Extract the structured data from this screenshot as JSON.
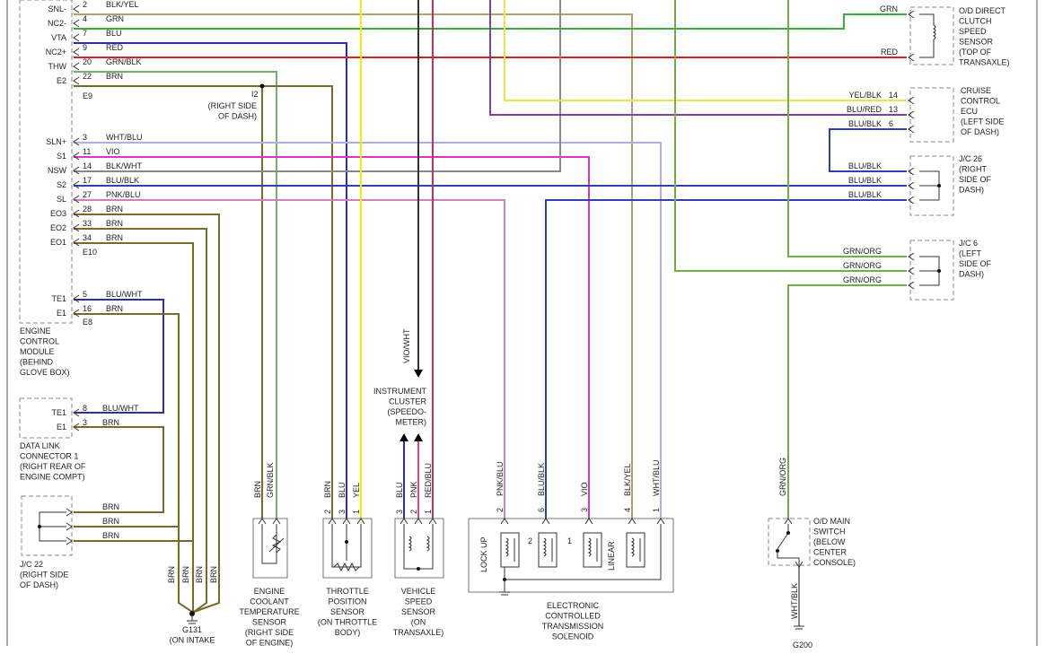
{
  "colors": {
    "brn": "#7a6a2a",
    "grn": "#3caa3c",
    "blu": "#2a2acc",
    "red": "#e02020",
    "yel": "#f0f000",
    "vio": "#e030d0",
    "blk_yel": "#b0a070",
    "pnk_blu": "#d080c0",
    "blu_blk": "#3040b0",
    "wht_blu": "#b0b0e0",
    "grn_org": "#70b040",
    "grn_blk": "#70b070",
    "blk_wht": "#888888",
    "blu_red": "#8040a0",
    "blu_wht": "#3030a0",
    "vio_wht": "#333333",
    "pnk": "#e04080",
    "red_blu": "#c03060",
    "yel_blk": "#e8e840"
  },
  "ecm": {
    "pins": [
      {
        "name": "SNL-",
        "num": "2",
        "wire": "BLK/YEL"
      },
      {
        "name": "NC2-",
        "num": "4",
        "wire": "GRN"
      },
      {
        "name": "VTA",
        "num": "7",
        "wire": "BLU"
      },
      {
        "name": "NC2+",
        "num": "9",
        "wire": "RED"
      },
      {
        "name": "THW",
        "num": "20",
        "wire": "GRN/BLK"
      },
      {
        "name": "E2",
        "num": "22",
        "wire": "BRN"
      },
      {
        "name": "SLN+",
        "num": "3",
        "wire": "WHT/BLU"
      },
      {
        "name": "S1",
        "num": "11",
        "wire": "VIO"
      },
      {
        "name": "NSW",
        "num": "14",
        "wire": "BLK/WHT"
      },
      {
        "name": "S2",
        "num": "17",
        "wire": "BLU/BLK"
      },
      {
        "name": "SL",
        "num": "27",
        "wire": "PNK/BLU"
      },
      {
        "name": "EO3",
        "num": "28",
        "wire": "BRN"
      },
      {
        "name": "EO2",
        "num": "33",
        "wire": "BRN"
      },
      {
        "name": "EO1",
        "num": "34",
        "wire": "BRN"
      },
      {
        "name": "TE1",
        "num": "5",
        "wire": "BLU/WHT"
      },
      {
        "name": "E1",
        "num": "16",
        "wire": "BRN"
      }
    ],
    "conn_e9": "E9",
    "conn_e10": "E10",
    "conn_e8": "E8",
    "label": [
      "ENGINE",
      "CONTROL",
      "MODULE",
      "(BEHIND",
      "GLOVE BOX)"
    ]
  },
  "i2": {
    "name": "I2",
    "label": [
      "(RIGHT SIDE",
      "OF DASH)"
    ]
  },
  "dlc": {
    "pins": [
      {
        "name": "TE1",
        "num": "8",
        "wire": "BLU/WHT"
      },
      {
        "name": "E1",
        "num": "3",
        "wire": "BRN"
      }
    ],
    "label": [
      "DATA LINK",
      "CONNECTOR 1",
      "(RIGHT REAR OF",
      "ENGINE COMPT)"
    ]
  },
  "jc22": {
    "wires": [
      "BRN",
      "BRN",
      "BRN"
    ],
    "label": [
      "J/C 22",
      "(RIGHT SIDE",
      "OF DASH)"
    ]
  },
  "od_direct": {
    "wires": [
      "GRN",
      "RED"
    ],
    "label": [
      "O/D DIRECT",
      "CLUTCH",
      "SPEED",
      "SENSOR",
      "(TOP OF",
      "TRANSAXLE)"
    ]
  },
  "cruise": {
    "wires": [
      {
        "wire": "YEL/BLK",
        "num": "14"
      },
      {
        "wire": "BLU/RED",
        "num": "13"
      },
      {
        "wire": "BLU/BLK",
        "num": "6"
      }
    ],
    "label": [
      "CRUISE",
      "CONTROL",
      "ECU",
      "(LEFT SIDE",
      "OF DASH)"
    ]
  },
  "jc26": {
    "wires": [
      "BLU/BLK",
      "BLU/BLK",
      "BLU/BLK"
    ],
    "label": [
      "J/C 26",
      "(RIGHT",
      "SIDE OF",
      "DASH)"
    ]
  },
  "jc6": {
    "wires": [
      "GRN/ORG",
      "GRN/ORG",
      "GRN/ORG"
    ],
    "label": [
      "J/C 6",
      "(LEFT",
      "SIDE OF",
      "DASH)"
    ]
  },
  "coolant": {
    "wires": [
      "BRN",
      "GRN/BLK"
    ],
    "label": [
      "ENGINE",
      "COOLANT",
      "TEMPERATURE",
      "SENSOR",
      "(RIGHT SIDE",
      "OF ENGINE)"
    ]
  },
  "tps": {
    "wires": [
      {
        "wire": "BRN",
        "num": "2"
      },
      {
        "wire": "BLU",
        "num": "3"
      },
      {
        "wire": "YEL",
        "num": "1"
      }
    ],
    "label": [
      "THROTTLE",
      "POSITION",
      "SENSOR",
      "(ON THROTTLE",
      "BODY)"
    ]
  },
  "vss": {
    "wires": [
      {
        "wire": "BLU",
        "num": "3"
      },
      {
        "wire": "PNK",
        "num": "2"
      },
      {
        "wire": "RED/BLU",
        "num": "1"
      }
    ],
    "label": [
      "VEHICLE",
      "SPEED",
      "SENSOR",
      "(ON",
      "TRANSAXLE)"
    ]
  },
  "cluster": {
    "wire": "VIO/WHT",
    "label": [
      "INSTRUMENT",
      "CLUSTER",
      "(SPEEDO-",
      "METER)"
    ]
  },
  "ects": {
    "wires": [
      {
        "wire": "PNK/BLU",
        "num": "2"
      },
      {
        "wire": "BLU/BLK",
        "num": "6"
      },
      {
        "wire": "VIO",
        "num": "3"
      },
      {
        "wire": "BLK/YEL",
        "num": "4"
      },
      {
        "wire": "WHT/BLU",
        "num": "1"
      }
    ],
    "inner": [
      "LOCK UP",
      "2",
      "1",
      "LINEAR"
    ],
    "label": [
      "ELECTRONIC",
      "CONTROLLED",
      "TRANSMISSION",
      "SOLENOID"
    ]
  },
  "od_switch": {
    "wires": [
      "GRN/ORG",
      "WHT/BLK"
    ],
    "label": [
      "O/D MAIN",
      "SWITCH",
      "(BELOW",
      "CENTER",
      "CONSOLE)"
    ]
  },
  "g131": {
    "wires": [
      "BRN",
      "BRN",
      "BRN",
      "BRN"
    ],
    "label": [
      "G131",
      "(ON INTAKE"
    ]
  },
  "g200": {
    "label": "G200"
  }
}
